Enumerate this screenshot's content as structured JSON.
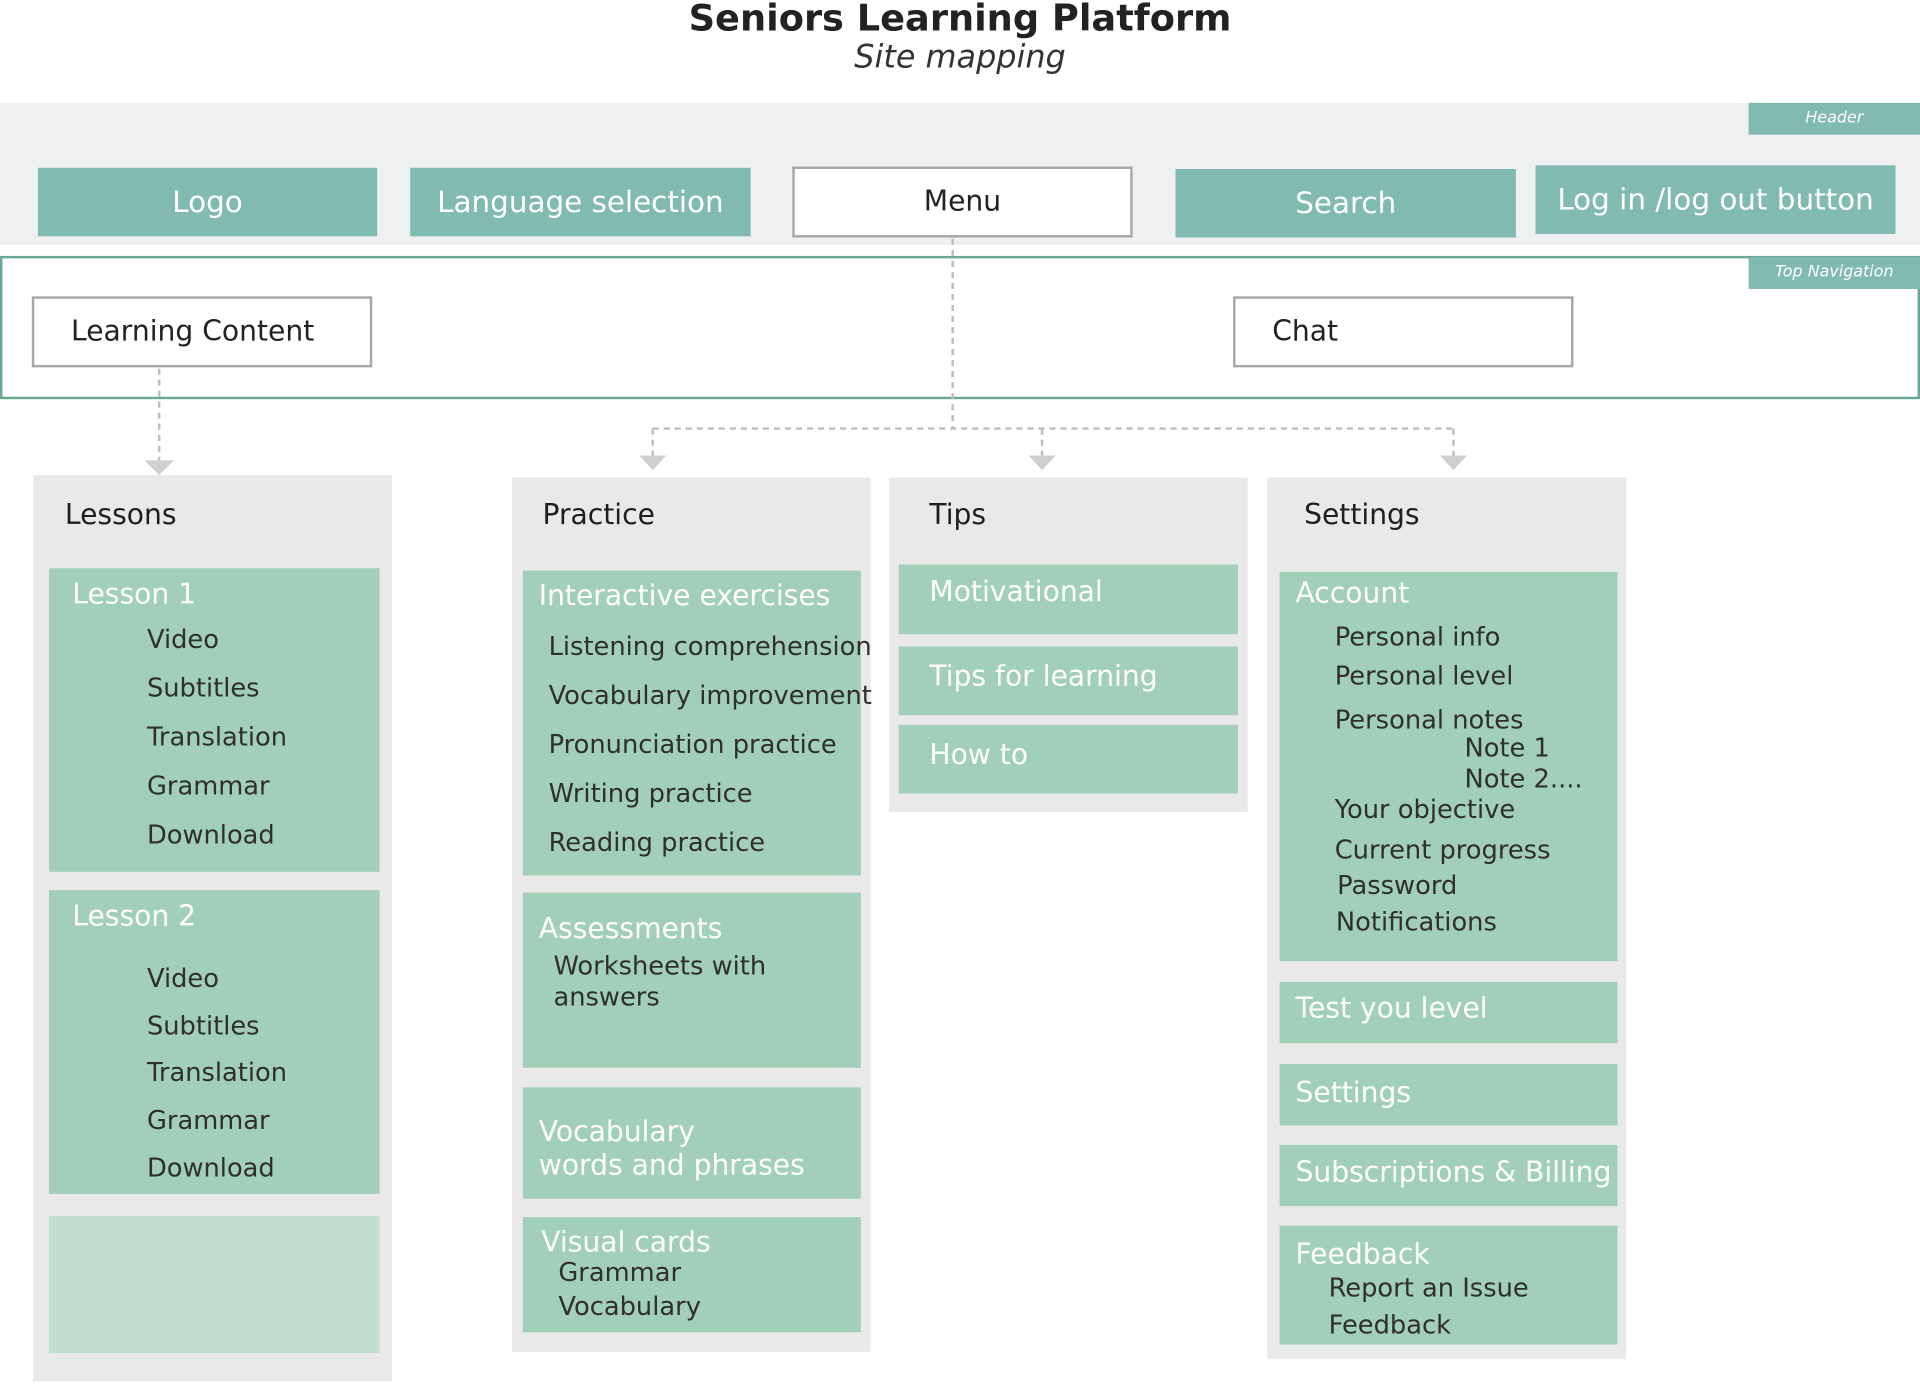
{
  "title": "Seniors Learning Platform",
  "subtitle": "Site mapping",
  "header": {
    "tag": "Header",
    "logo": "Logo",
    "language": "Language selection",
    "menu": "Menu",
    "search": "Search",
    "login": "Log in /log out button"
  },
  "top_nav": {
    "tag": "Top Navigation",
    "learning_content": "Learning Content",
    "chat": "Chat"
  },
  "lessons": {
    "heading": "Lessons",
    "lesson1": {
      "title": "Lesson 1",
      "items": [
        "Video",
        "Subtitles",
        "Translation",
        "Grammar",
        "Download"
      ]
    },
    "lesson2": {
      "title": "Lesson 2",
      "items": [
        "Video",
        "Subtitles",
        "Translation",
        "Grammar",
        "Download"
      ]
    }
  },
  "practice": {
    "heading": "Practice",
    "interactive": {
      "title": "Interactive exercises",
      "items": [
        "Listening comprehension",
        "Vocabulary improvement",
        "Pronunciation practice",
        "Writing practice",
        "Reading practice"
      ]
    },
    "assessments": {
      "title": "Assessments",
      "items": [
        "Worksheets with",
        "answers"
      ]
    },
    "vocabulary": {
      "line1": "Vocabulary",
      "line2": "words and phrases"
    },
    "visual_cards": {
      "title": "Visual cards",
      "items": [
        "Grammar",
        "Vocabulary"
      ]
    }
  },
  "tips": {
    "heading": "Tips",
    "items": [
      "Motivational",
      "Tips for learning",
      "How to"
    ]
  },
  "settings": {
    "heading": "Settings",
    "account": {
      "title": "Account",
      "personal_info": "Personal info",
      "personal_level": "Personal level",
      "personal_notes": "Personal notes",
      "note1": "Note 1",
      "note2": "Note 2....",
      "objective": "Your objective",
      "progress": "Current progress",
      "password": "Password",
      "notifications": "Notifications"
    },
    "test_level": "Test you level",
    "settings_item": "Settings",
    "subscriptions": "Subscriptions & Billing",
    "feedback": {
      "title": "Feedback",
      "items": [
        "Report an Issue",
        "Feedback"
      ]
    }
  }
}
